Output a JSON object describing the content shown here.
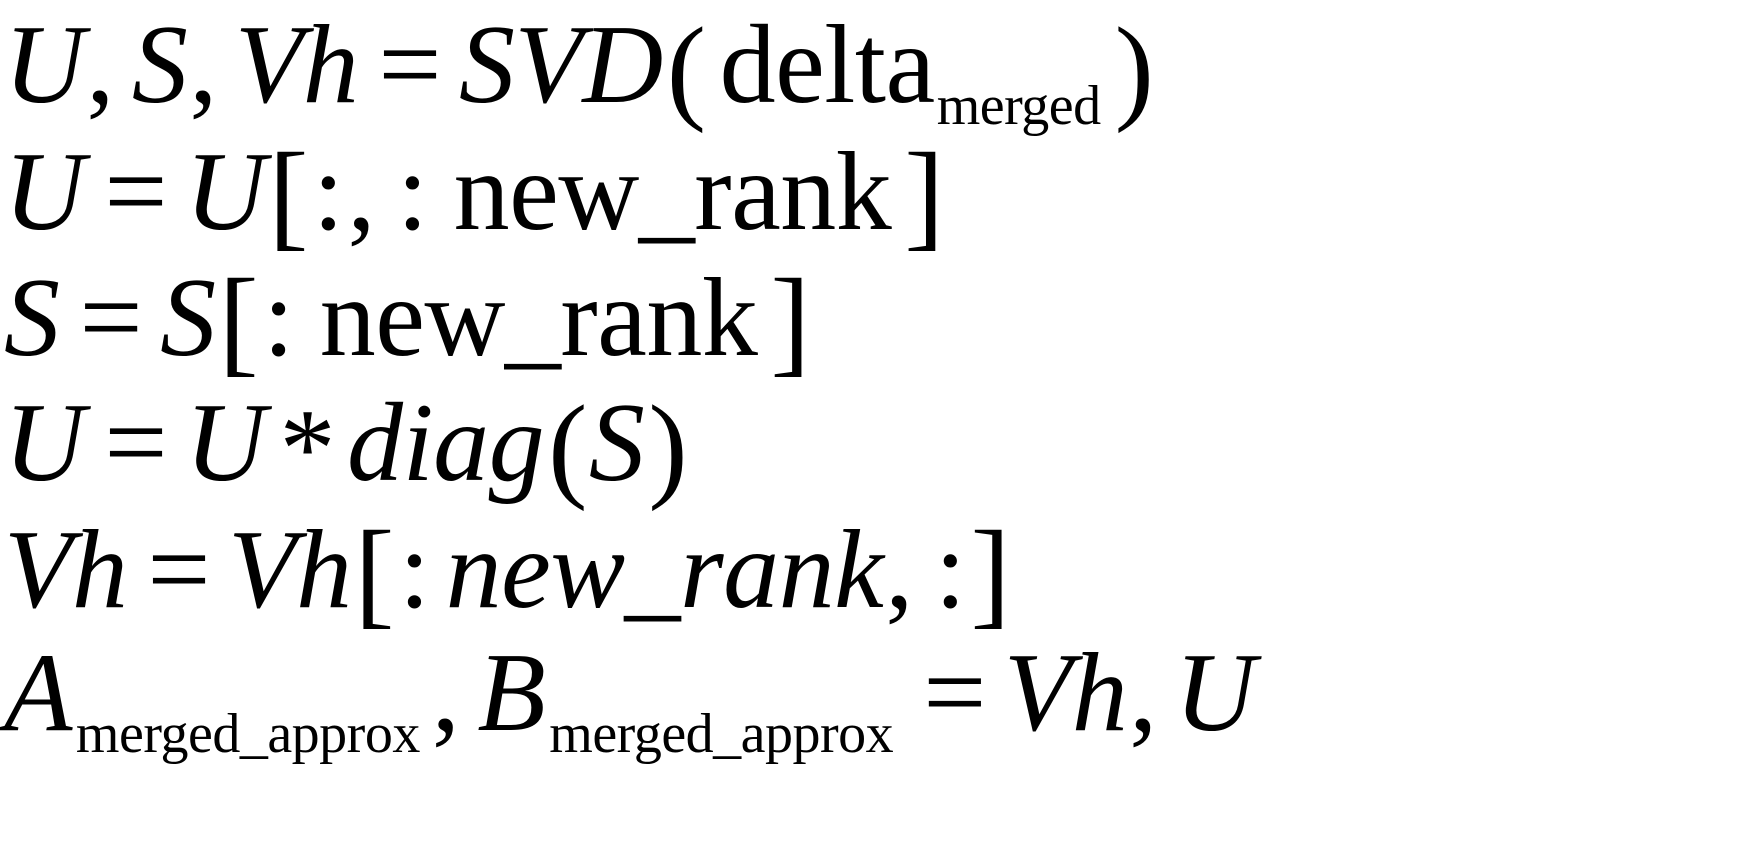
{
  "document": {
    "kind": "latex-math-block",
    "background_color": "#ffffff",
    "text_color": "#000000",
    "line_count": 6
  },
  "equations": [
    {
      "id": "svd-decomposition",
      "plain_text": "U, S, Vh = SVD( delta merged )",
      "lhs_vars": [
        "U",
        "S",
        "Vh"
      ],
      "tokens": {
        "U": "U",
        "comma1": ",",
        "S": "S",
        "comma2": ",",
        "Vh": "Vh",
        "eq": "=",
        "func": "SVD",
        "open_paren": "(",
        "arg": "delta",
        "arg_sub": "merged",
        "close_paren": ")"
      }
    },
    {
      "id": "truncate-u-columns",
      "plain_text": "U = U[:, : new_rank ]",
      "tokens": {
        "lhs": "U",
        "eq": "=",
        "rhs": "U",
        "open_bracket": "[",
        "colon1": ":",
        "comma": ",",
        "colon2": ":",
        "index": "new_rank",
        "close_bracket": "]"
      }
    },
    {
      "id": "truncate-s",
      "plain_text": "S = S[: new_rank ]",
      "tokens": {
        "lhs": "S",
        "eq": "=",
        "rhs": "S",
        "open_bracket": "[",
        "colon": ":",
        "index": "new_rank",
        "close_bracket": "]"
      }
    },
    {
      "id": "scale-u-by-singular-values",
      "plain_text": "U = U * diag(S)",
      "tokens": {
        "lhs": "U",
        "eq": "=",
        "rhs": "U",
        "star": "*",
        "func": "diag",
        "open_paren": "(",
        "arg": "S",
        "close_paren": ")"
      }
    },
    {
      "id": "truncate-vh-rows",
      "plain_text": "Vh = Vh[: new_rank, :]",
      "tokens": {
        "lhs": "Vh",
        "eq": "=",
        "rhs": "Vh",
        "open_bracket": "[",
        "colon1": ":",
        "index": "new_rank",
        "comma": ",",
        "colon2": ":",
        "close_bracket": "]"
      }
    },
    {
      "id": "assign-merged-approx",
      "plain_text": "A merged_approx , B merged_approx = Vh, U",
      "tokens": {
        "A": "A",
        "A_sub": "merged_approx",
        "comma1": ",",
        "B": "B",
        "B_sub": "merged_approx",
        "eq": "=",
        "rhs1": "Vh",
        "comma2": ",",
        "rhs2": "U"
      }
    }
  ]
}
